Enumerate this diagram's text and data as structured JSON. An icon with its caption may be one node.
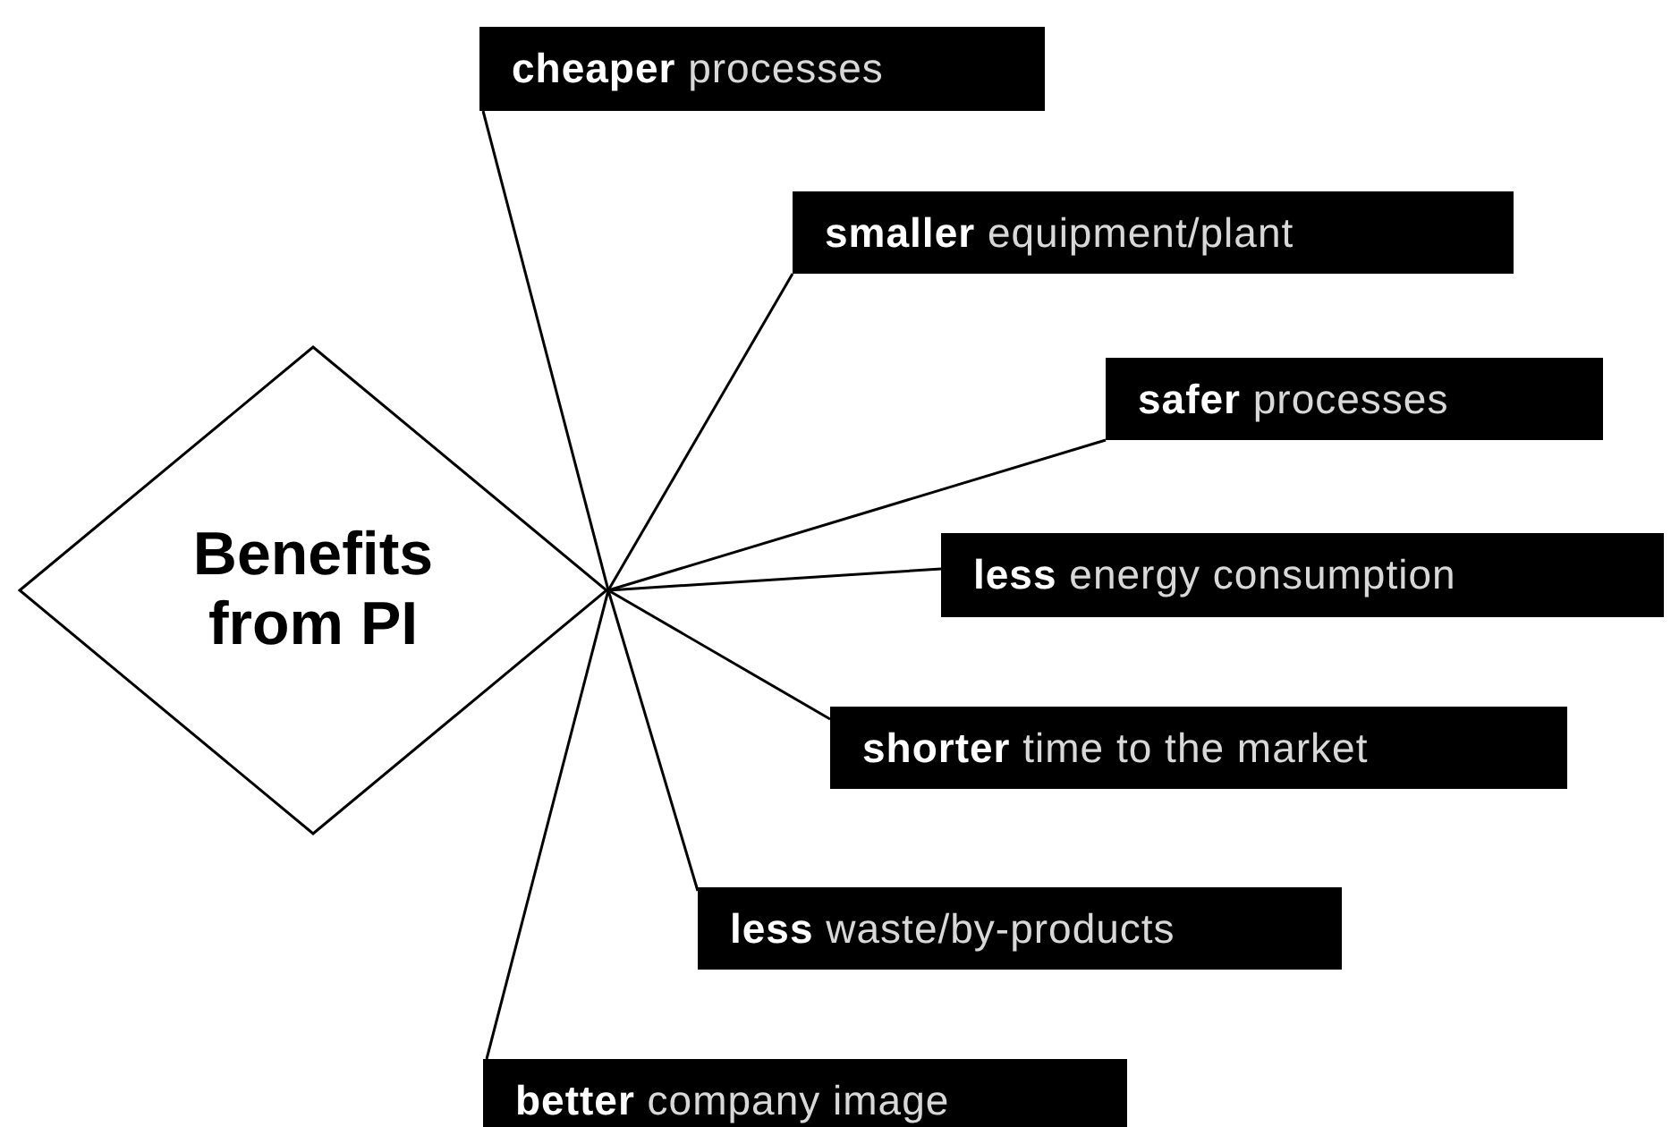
{
  "diagram": {
    "nodes": [
      {
        "text": [
          "Benefits from PI"
        ]
      },
      {
        "text": [
          "**cheaper** processes"
        ]
      },
      {
        "text": [
          "**smaller** equipment/plant"
        ]
      },
      {
        "text": [
          "**safer** processes"
        ]
      },
      {
        "text": [
          "**less** energy consumption"
        ]
      },
      {
        "text": [
          "**shorter** time to the market"
        ]
      },
      {
        "text": [
          "**less** waste/by-products"
        ]
      },
      {
        "text": [
          "**better** company image"
        ]
      }
    ],
    "edges": [
      {
        "from": 0,
        "to": 1,
        "arrow": "none"
      },
      {
        "from": 0,
        "to": 2,
        "arrow": "none"
      },
      {
        "from": 0,
        "to": 3,
        "arrow": "none"
      },
      {
        "from": 0,
        "to": 4,
        "arrow": "none"
      },
      {
        "from": 0,
        "to": 5,
        "arrow": "none"
      },
      {
        "from": 0,
        "to": 6,
        "arrow": "none"
      },
      {
        "from": 0,
        "to": 7,
        "arrow": "none"
      }
    ]
  }
}
